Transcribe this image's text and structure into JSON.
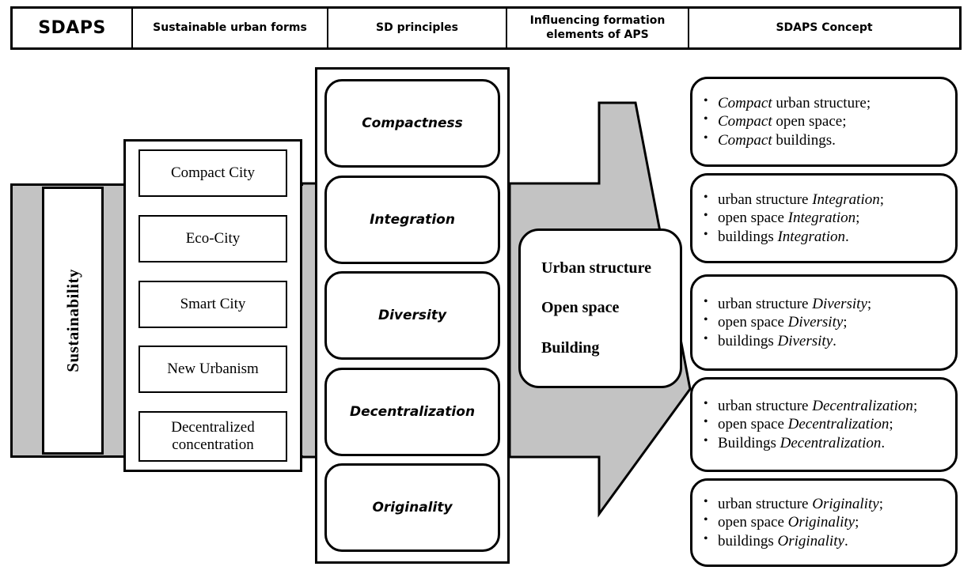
{
  "header": {
    "columns": [
      {
        "label": "SDAPS"
      },
      {
        "label": "Sustainable urban forms"
      },
      {
        "label": "SD principles"
      },
      {
        "label": "Influencing formation elements of APS"
      },
      {
        "label": "SDAPS Concept"
      }
    ],
    "col4_line1": "Influencing formation",
    "col4_line2": "elements of APS"
  },
  "sustainability": {
    "label": "Sustainability"
  },
  "urban_forms": {
    "items": [
      {
        "label": "Compact City"
      },
      {
        "label": "Eco-City"
      },
      {
        "label": "Smart City"
      },
      {
        "label": "New Urbanism"
      },
      {
        "label": "Decentralized concentration"
      }
    ]
  },
  "sd_principles": {
    "items": [
      {
        "label": "Compactness"
      },
      {
        "label": "Integration"
      },
      {
        "label": "Diversity"
      },
      {
        "label": "Decentralization"
      },
      {
        "label": "Originality"
      }
    ]
  },
  "influencing_elements": {
    "line1": "Urban structure",
    "line2": "Open space",
    "line3": "Building"
  },
  "sdaps_concept": {
    "boxes": [
      {
        "items": [
          {
            "em": "Compact",
            "rest": " urban structure;",
            "em_first": true
          },
          {
            "em": "Compact",
            "rest": " open space;",
            "em_first": true
          },
          {
            "em": "Compact",
            "rest": " buildings.",
            "em_first": true
          }
        ]
      },
      {
        "items": [
          {
            "pre": "urban structure ",
            "em": "Integration",
            "rest": ";",
            "em_first": false
          },
          {
            "pre": "open space ",
            "em": "Integration",
            "rest": ";",
            "em_first": false
          },
          {
            "pre": "buildings ",
            "em": "Integration",
            "rest": ".",
            "em_first": false
          }
        ]
      },
      {
        "items": [
          {
            "pre": "urban structure ",
            "em": "Diversity",
            "rest": ";",
            "em_first": false
          },
          {
            "pre": "open space ",
            "em": "Diversity",
            "rest": ";",
            "em_first": false
          },
          {
            "pre": "buildings ",
            "em": "Diversity",
            "rest": ".",
            "em_first": false
          }
        ]
      },
      {
        "items": [
          {
            "pre": "urban structure ",
            "em": "Decentralization",
            "rest": ";",
            "em_first": false
          },
          {
            "pre": "open space ",
            "em": "Decentralization",
            "rest": ";",
            "em_first": false
          },
          {
            "pre": "Buildings ",
            "em": "Decentralization",
            "rest": ".",
            "em_first": false
          }
        ]
      },
      {
        "items": [
          {
            "pre": "urban structure ",
            "em": "Originality",
            "rest": ";",
            "em_first": false
          },
          {
            "pre": "open space ",
            "em": "Originality",
            "rest": ";",
            "em_first": false
          },
          {
            "pre": "buildings ",
            "em": "Originality",
            "rest": ".",
            "em_first": false
          }
        ]
      }
    ]
  },
  "colors": {
    "gray_fill": "#c3c3c3",
    "stroke": "#000000",
    "background": "#ffffff"
  }
}
